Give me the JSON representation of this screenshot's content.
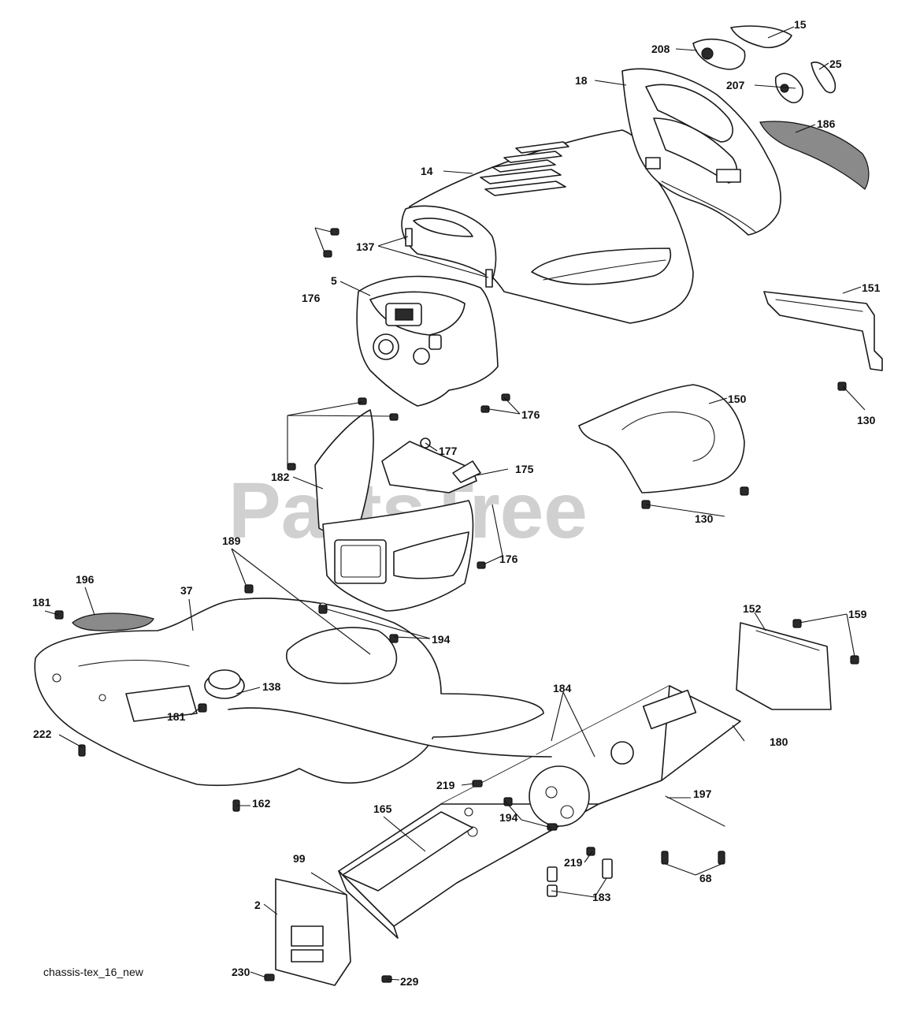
{
  "watermark": "PartsTree",
  "caption": "chassis-tex_16_new",
  "callouts": [
    "15",
    "208",
    "25",
    "18",
    "207",
    "186",
    "14",
    "137",
    "5",
    "176",
    "151",
    "176",
    "130",
    "150",
    "177",
    "182",
    "175",
    "130",
    "176",
    "189",
    "196",
    "37",
    "181",
    "194",
    "152",
    "159",
    "138",
    "181",
    "184",
    "180",
    "222",
    "219",
    "197",
    "162",
    "194",
    "165",
    "219",
    "99",
    "68",
    "183",
    "2",
    "230",
    "229"
  ]
}
